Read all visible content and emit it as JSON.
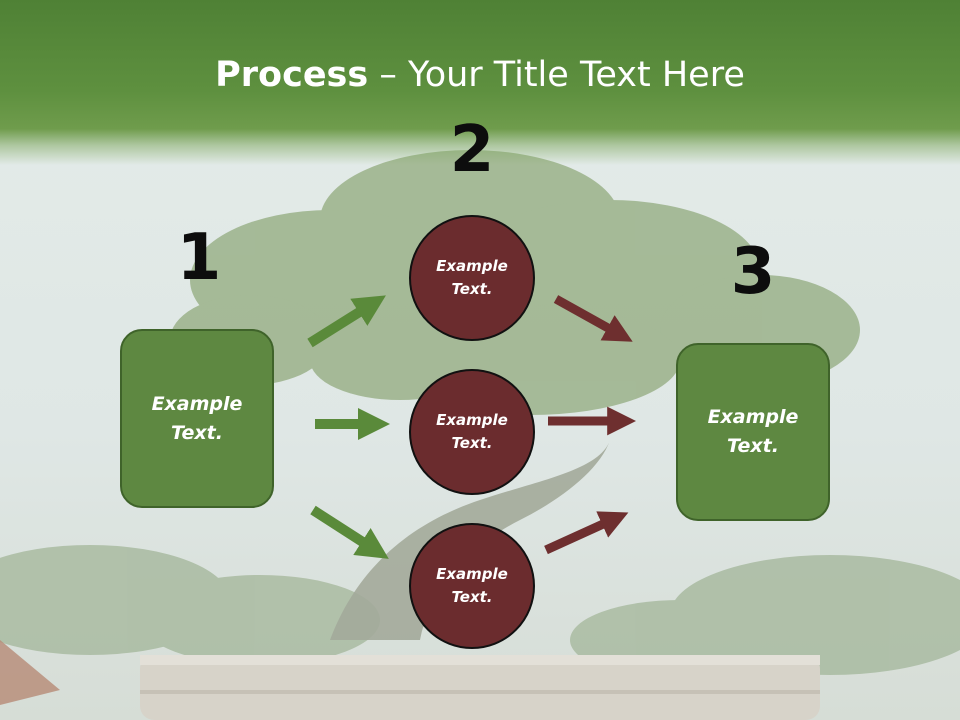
{
  "slide": {
    "title_bold": "Process",
    "title_rest": " – Your Title Text Here"
  },
  "steps": {
    "one": "1",
    "two": "2",
    "three": "3"
  },
  "left_box": {
    "text_line1": "Example",
    "text_line2": "Text."
  },
  "circles": [
    {
      "line1": "Example",
      "line2": "Text."
    },
    {
      "line1": "Example",
      "line2": "Text."
    },
    {
      "line1": "Example",
      "line2": "Text."
    }
  ],
  "right_box": {
    "text_line1": "Example",
    "text_line2": "Text."
  },
  "colors": {
    "header_green": "#5e903f",
    "box_green": "#5e8841",
    "arrow_green": "#5a8a3a",
    "circle_maroon": "#6b2c2e",
    "arrow_maroon": "#6e2f2f"
  }
}
